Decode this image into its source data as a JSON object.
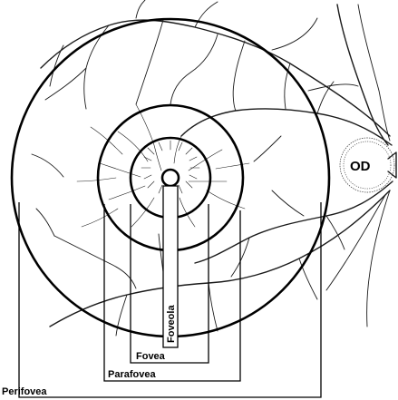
{
  "diagram": {
    "optic_disc_label": "OD",
    "zones": [
      {
        "key": "foveola",
        "label": "Foveola"
      },
      {
        "key": "fovea",
        "label": "Fovea"
      },
      {
        "key": "parafovea",
        "label": "Parafovea"
      },
      {
        "key": "perifovea",
        "label": "Perifovea"
      }
    ]
  }
}
